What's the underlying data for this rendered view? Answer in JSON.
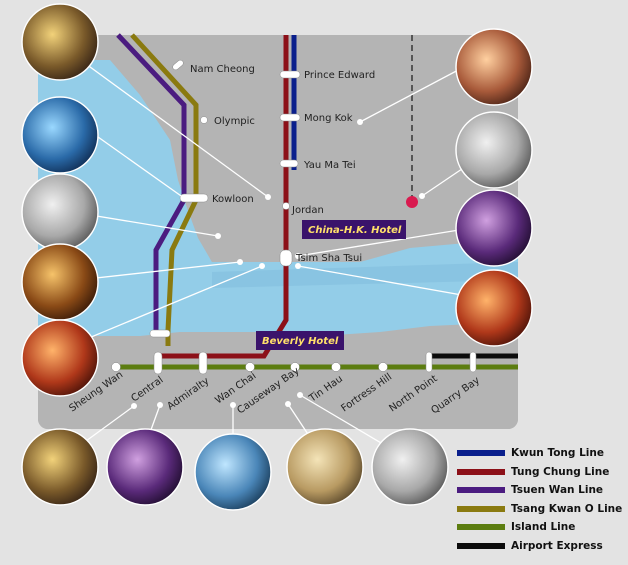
{
  "stations": {
    "nam_cheong": "Nam Cheong",
    "olympic": "Olympic",
    "kowloon": "Kowloon",
    "prince_edward": "Prince Edward",
    "mong_kok": "Mong Kok",
    "yau_ma_tei": "Yau Ma Tei",
    "jordan": "Jordan",
    "tsim_sha_tsui": "Tsim Sha Tsui",
    "sheung_wan": "Sheung Wan",
    "central": "Central",
    "admiralty": "Admiralty",
    "wan_chai": "Wan Chai",
    "causeway_bay": "Causeway Bay",
    "tin_hau": "Tin Hau",
    "fortress_hill": "Fortress Hill",
    "north_point": "North Point",
    "quarry_bay": "Quarry Bay"
  },
  "hotels": {
    "china_hk": "China-H.K. Hotel",
    "beverly": "Beverly Hotel"
  },
  "legend": [
    {
      "label": "Kwun Tong Line",
      "color": "#0a1f8c"
    },
    {
      "label": "Tung Chung Line",
      "color": "#8c1018"
    },
    {
      "label": "Tsuen Wan Line",
      "color": "#4b1c80"
    },
    {
      "label": "Tsang Kwan O Line",
      "color": "#8a7a10"
    },
    {
      "label": "Island Line",
      "color": "#5c7d10"
    },
    {
      "label": "Airport Express",
      "color": "#0b0b0b"
    }
  ],
  "colors": {
    "water": "#93cde8",
    "land": "#b4b4b4",
    "hotel_box": "#3a136b",
    "hotel_text": "#ffe06a",
    "pin": "#d91a4f"
  }
}
